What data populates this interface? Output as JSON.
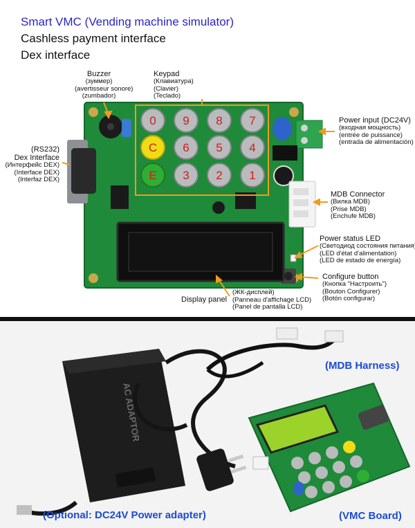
{
  "header": {
    "title": "Smart VMC (Vending machine simulator)",
    "line2": "Cashless payment interface",
    "line3": "Dex interface"
  },
  "labels": {
    "buzzer": {
      "title": "Buzzer",
      "l1": "(зуммер)",
      "l2": "(avertisseur sonore)",
      "l3": "(zumbador)"
    },
    "keypad": {
      "title": "Keypad",
      "l1": "(Клавиатура)",
      "l2": "(Clavier)",
      "l3": "(Teclado)"
    },
    "power_input": {
      "title": "Power input (DC24V)",
      "l1": "(входная мощность)",
      "l2": "(entrée de puissance)",
      "l3": "(entrada de alimentación)"
    },
    "dex": {
      "title0": "(RS232)",
      "title": "Dex Interface",
      "l1": "(Интерфейс DEX)",
      "l2": "(Interface DEX)",
      "l3": "(Interfaz DEX)"
    },
    "mdb": {
      "title": "MDB Connector",
      "l1": "(Вилка MDB)",
      "l2": "(Prise MDB)",
      "l3": "(Enchufe MDB)"
    },
    "power_led": {
      "title": "Power status LED",
      "l1": "(Светодиод состояния питания)",
      "l2": "(LED d'état d'alimentation)",
      "l3": "(LED de estado de energía)"
    },
    "configure": {
      "title": "Configure button",
      "l1": "(Кнопка \"Настроить\")",
      "l2": "(Bouton Configurer)",
      "l3": "(Botón configurar)"
    },
    "display": {
      "title": "Display panel",
      "l1": "(ЖК-дисплей)",
      "l2": "(Panneau d'affichage LCD)",
      "l3": "(Panel de pantalla LCD)"
    }
  },
  "keys": {
    "r1": [
      "0",
      "9",
      "8",
      "7"
    ],
    "r2": [
      "C",
      "6",
      "5",
      "4"
    ],
    "r3": [
      "E",
      "3",
      "2",
      "1"
    ]
  },
  "captions": {
    "harness": "(MDB Harness)",
    "adapter": "(Optional: DC24V Power adapter)",
    "board": "(VMC Board)"
  },
  "colors": {
    "pcb": "#1f8a3a",
    "key_grey": "#b9bbbd",
    "key_yellow": "#f0dc16",
    "key_green": "#2fae34",
    "annotation": "#f29a1c",
    "caption_blue": "#1b4bd8"
  }
}
